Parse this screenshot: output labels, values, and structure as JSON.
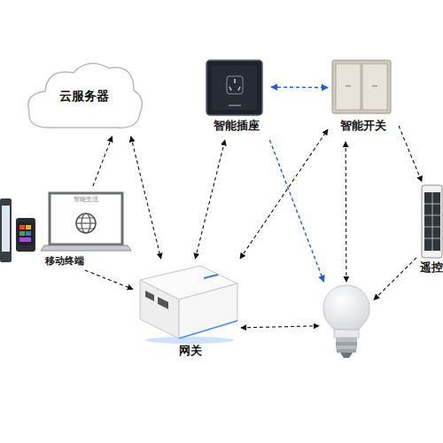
{
  "diagram": {
    "nodes": [
      {
        "text": [
          "云服务器"
        ]
      },
      {
        "text": [
          "智能生活",
          "移动终端"
        ]
      },
      {
        "text": [
          "智能插座"
        ]
      },
      {
        "text": [
          "智能开关"
        ]
      },
      {
        "text": [
          "遥控"
        ]
      },
      {
        "text": [
          "网关"
        ]
      },
      {
        "text": []
      }
    ],
    "edges": [
      {
        "from": 1,
        "to": 0,
        "arrow": "to"
      },
      {
        "from": 0,
        "to": 5,
        "arrow": "both"
      },
      {
        "from": 1,
        "to": 5,
        "arrow": "to"
      },
      {
        "from": 5,
        "to": 2,
        "arrow": "both"
      },
      {
        "from": 5,
        "to": 3,
        "arrow": "both"
      },
      {
        "from": 5,
        "to": 6,
        "arrow": "both"
      },
      {
        "from": 2,
        "to": 3,
        "arrow": "both"
      },
      {
        "from": 2,
        "to": 6,
        "arrow": "to"
      },
      {
        "from": 3,
        "to": 6,
        "arrow": "both"
      },
      {
        "from": 3,
        "to": 4,
        "arrow": "to"
      },
      {
        "from": 4,
        "to": 6,
        "arrow": "to"
      }
    ]
  }
}
